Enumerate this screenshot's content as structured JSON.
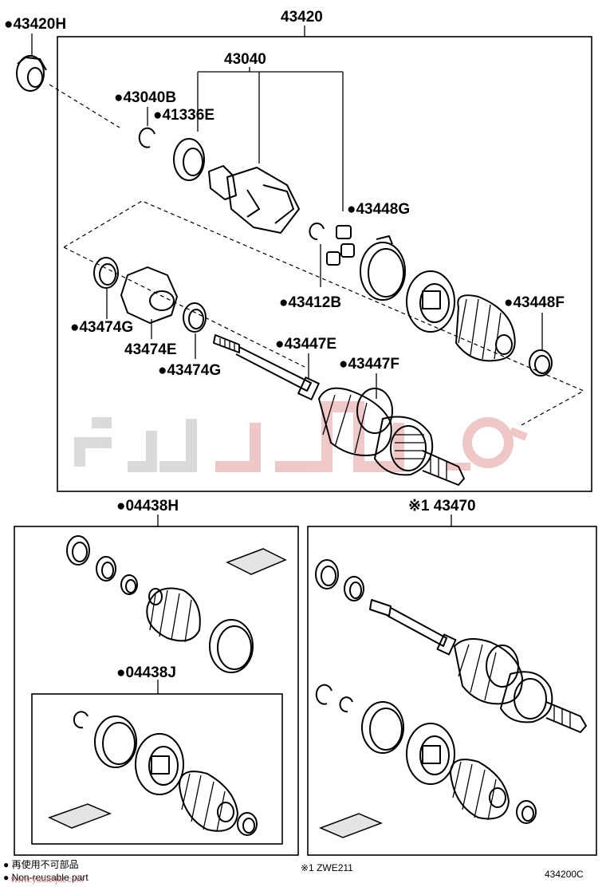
{
  "assembly": {
    "main_number": "43420",
    "boot_kit_inner": "04438H",
    "boot_kit_outer": "04438J",
    "alt_assembly": "※1 43470"
  },
  "callouts": [
    {
      "id": "43420H",
      "bullet": true
    },
    {
      "id": "43040",
      "bullet": false
    },
    {
      "id": "43040B",
      "bullet": true
    },
    {
      "id": "41336E",
      "bullet": true
    },
    {
      "id": "43448G",
      "bullet": true
    },
    {
      "id": "43412B",
      "bullet": true
    },
    {
      "id": "43474G",
      "bullet": true
    },
    {
      "id": "43474E",
      "bullet": false
    },
    {
      "id": "43474G",
      "bullet": true
    },
    {
      "id": "43447E",
      "bullet": true
    },
    {
      "id": "43447F",
      "bullet": true
    },
    {
      "id": "43448F",
      "bullet": true
    }
  ],
  "legend": {
    "japanese": "再使用不可部品",
    "english": "Non-reusable part"
  },
  "footnote": "※1 ZWE211",
  "diagram_code": "434200C",
  "watermark_url": "www.yadakjat.com",
  "watermark_color": "#d9d9d9",
  "accent_color": "#e08a8a"
}
